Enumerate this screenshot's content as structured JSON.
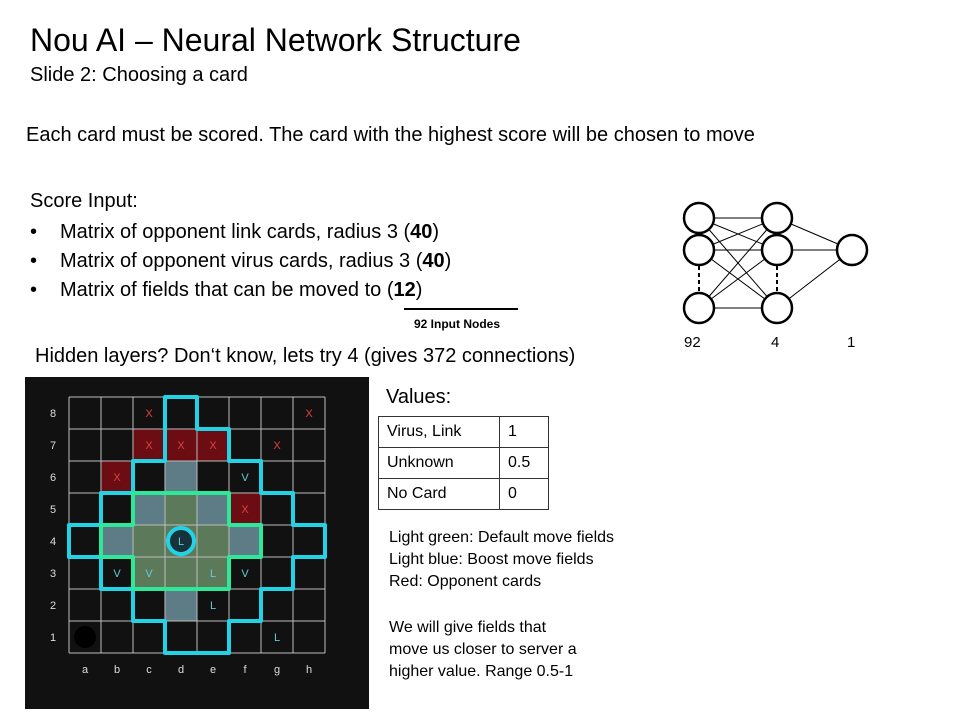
{
  "slide": {
    "title": "Nou AI – Neural Network Structure",
    "subtitle": "Slide 2: Choosing a card",
    "intro": "Each card must be scored. The card with the highest score will be chosen to move"
  },
  "score_input": {
    "heading": "Score Input:",
    "bullet_glyph": "•",
    "items": [
      {
        "prefix": "Matrix of opponent link cards, radius 3 (",
        "count": "40",
        "suffix": ")"
      },
      {
        "prefix": "Matrix of opponent virus cards, radius 3 (",
        "count": "40",
        "suffix": ")"
      },
      {
        "prefix": "Matrix of  fields that can be moved to (",
        "count": "12",
        "suffix": ")"
      }
    ],
    "total": "92 Input Nodes"
  },
  "hidden_layers_text": "Hidden layers? Don‘t know, lets try 4 (gives 372 connections)",
  "network": {
    "layer_labels": [
      "92",
      "4",
      "1"
    ]
  },
  "board": {
    "row_labels": [
      "8",
      "7",
      "6",
      "5",
      "4",
      "3",
      "2",
      "1"
    ],
    "col_labels": [
      "a",
      "b",
      "c",
      "d",
      "e",
      "f",
      "g",
      "h"
    ],
    "colors": {
      "opponent": "#6b0d12",
      "default_move": "#5c7a5a",
      "boost_move": "#5d7c85",
      "outline_cyan": "#22d3e6",
      "outline_green": "#2ee89a",
      "mark_red": "#e0413e",
      "mark_cyan": "#63c9e0"
    },
    "red_cells": [
      "c7",
      "d7",
      "e7",
      "b6",
      "f5"
    ],
    "green_cells": [
      "c5",
      "d5",
      "e5",
      "b4",
      "c4",
      "d4",
      "e4",
      "f4",
      "c3",
      "d3",
      "e3",
      "d2"
    ],
    "blue_cells": [
      "d6",
      "c5",
      "e5",
      "b4",
      "f4",
      "d2"
    ],
    "marks": [
      {
        "cell": "c8",
        "text": "X",
        "color": "red"
      },
      {
        "cell": "h8",
        "text": "X",
        "color": "red"
      },
      {
        "cell": "c7",
        "text": "X",
        "color": "red"
      },
      {
        "cell": "d7",
        "text": "X",
        "color": "red"
      },
      {
        "cell": "e7",
        "text": "X",
        "color": "red"
      },
      {
        "cell": "g7",
        "text": "X",
        "color": "red"
      },
      {
        "cell": "b6",
        "text": "X",
        "color": "red"
      },
      {
        "cell": "f6",
        "text": "V",
        "color": "cyan"
      },
      {
        "cell": "f5",
        "text": "X",
        "color": "red"
      },
      {
        "cell": "b3",
        "text": "V",
        "color": "cyan"
      },
      {
        "cell": "c3",
        "text": "V",
        "color": "cyan"
      },
      {
        "cell": "e3",
        "text": "L",
        "color": "cyan"
      },
      {
        "cell": "f3",
        "text": "V",
        "color": "cyan"
      },
      {
        "cell": "e2",
        "text": "L",
        "color": "cyan"
      },
      {
        "cell": "g1",
        "text": "L",
        "color": "cyan"
      }
    ],
    "selected": {
      "cell": "d4",
      "text": "L"
    },
    "black_piece_cell": "a1"
  },
  "values": {
    "heading": "Values:",
    "rows": [
      {
        "key": "Virus, Link",
        "value": "1"
      },
      {
        "key": "Unknown",
        "value": "0.5"
      },
      {
        "key": "No Card",
        "value": "0"
      }
    ]
  },
  "legend": [
    "Light green: Default move fields",
    "Light blue: Boost move fields",
    "Red: Opponent cards"
  ],
  "note": [
    "We will give fields that",
    "move us closer to server a",
    "higher value. Range 0.5-1"
  ]
}
